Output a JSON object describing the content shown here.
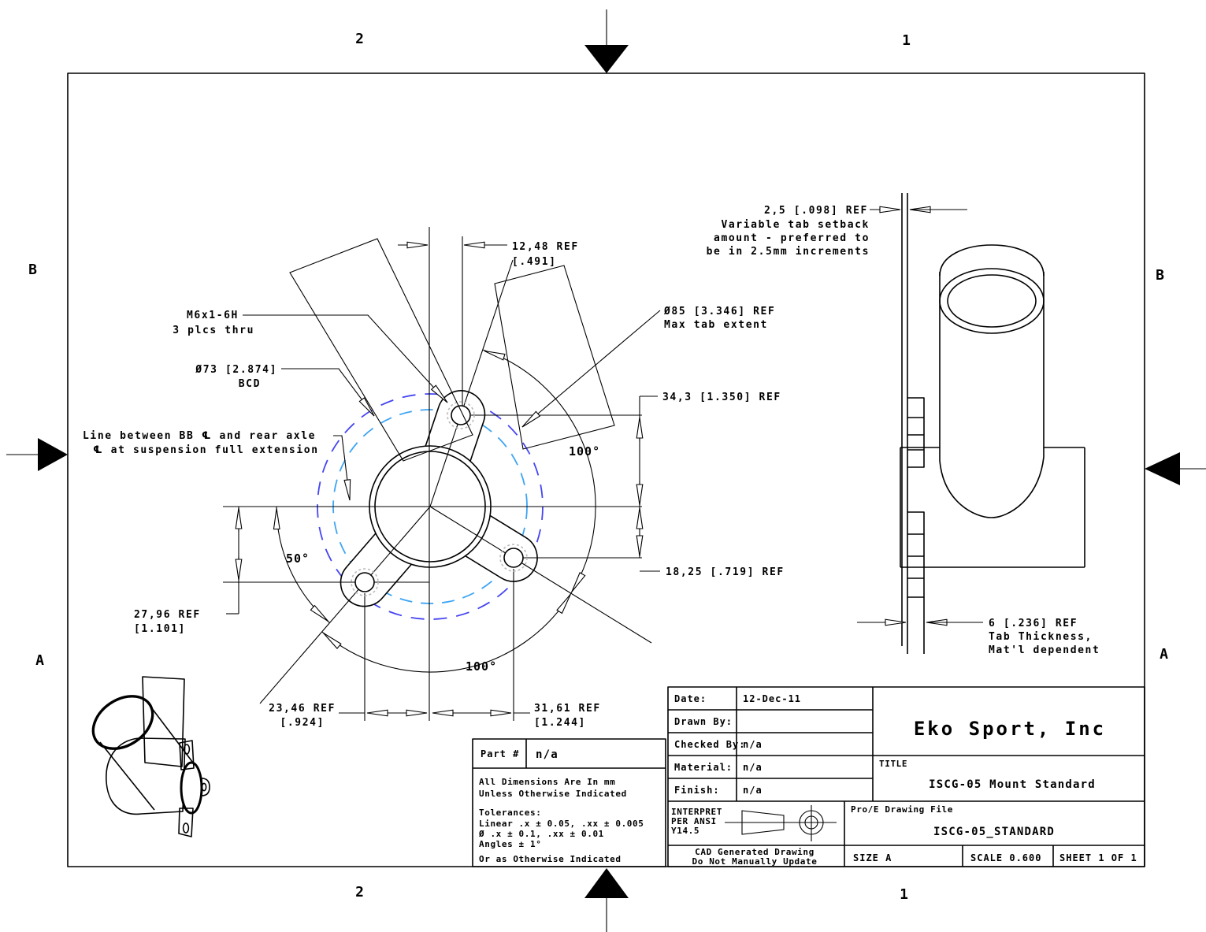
{
  "page": {
    "background": "#ffffff",
    "line_color": "#000000",
    "bcd_circle_color": "#3da5f4",
    "max_extent_circle_color": "#4545f2"
  },
  "zones": {
    "top_left": "2",
    "top_right": "1",
    "bottom_left": "2",
    "bottom_right": "1",
    "left_top": "B",
    "left_bottom": "A",
    "right_top": "B",
    "right_bottom": "A"
  },
  "annotations": {
    "tab_setback": {
      "dim": "2,5 [.098] REF",
      "line1": "Variable tab setback",
      "line2": "amount - preferred to",
      "line3": "be in 2.5mm increments"
    },
    "hole_offset": {
      "value": "12,48  REF",
      "alt": "[.491]"
    },
    "thread": {
      "line1": "M6x1-6H",
      "line2": "3 plcs thru"
    },
    "bcd": {
      "line1": "Ø73 [2.874]",
      "line2": "BCD"
    },
    "max_tab": {
      "line1": "Ø85 [3.346] REF",
      "line2": "Max tab extent"
    },
    "dim_34": "34,3 [1.350] REF",
    "bb_line": {
      "line1": "Line between BB ℄ and rear axle",
      "line2": "℄ at suspension full extension"
    },
    "angle_right": "100°",
    "angle_bottom": "100°",
    "angle_left": "50°",
    "dim_18": "18,25 [.719] REF",
    "dim_27": {
      "value": "27,96  REF",
      "alt": "[1.101]"
    },
    "dim_23": {
      "value": "23,46  REF",
      "alt": "[.924]"
    },
    "dim_31": {
      "value": "31,61   REF",
      "alt": "[1.244]"
    },
    "tab_thickness": {
      "dim": "6 [.236] REF",
      "line1": "Tab Thickness,",
      "line2": "Mat'l dependent"
    }
  },
  "title_block": {
    "rows": [
      {
        "label": "Date:",
        "value": "12-Dec-11"
      },
      {
        "label": "Drawn By:",
        "value": ""
      },
      {
        "label": "Checked By:",
        "value": "n/a"
      },
      {
        "label": "Material:",
        "value": "n/a"
      },
      {
        "label": "Finish:",
        "value": "n/a"
      }
    ],
    "interpret": {
      "line1": "INTERPRET",
      "line2": "PER ANSI",
      "line3": "Y14.5"
    },
    "cad_note": {
      "line1": "CAD Generated Drawing",
      "line2": "Do Not Manually Update"
    },
    "company": "Eko Sport, Inc",
    "title_label": "TITLE",
    "title": "ISCG-05 Mount Standard",
    "proe_label": "Pro/E Drawing File",
    "proe_file": "ISCG-05_STANDARD",
    "size": "SIZE A",
    "scale": "SCALE 0.600",
    "sheet": "SHEET 1 OF 1"
  },
  "notes_block": {
    "part_label": "Part #",
    "part_value": "n/a",
    "dims_note1": "All Dimensions Are In mm",
    "dims_note2": "Unless Otherwise Indicated",
    "tol_title": "Tolerances:",
    "tol_linear": "Linear  .x ± 0.05,  .xx ± 0.005",
    "tol_dia": "Ø  .x ± 0.1,  .xx ± 0.01",
    "tol_angle": "Angles ± 1°",
    "tol_other": "Or as Otherwise Indicated"
  }
}
